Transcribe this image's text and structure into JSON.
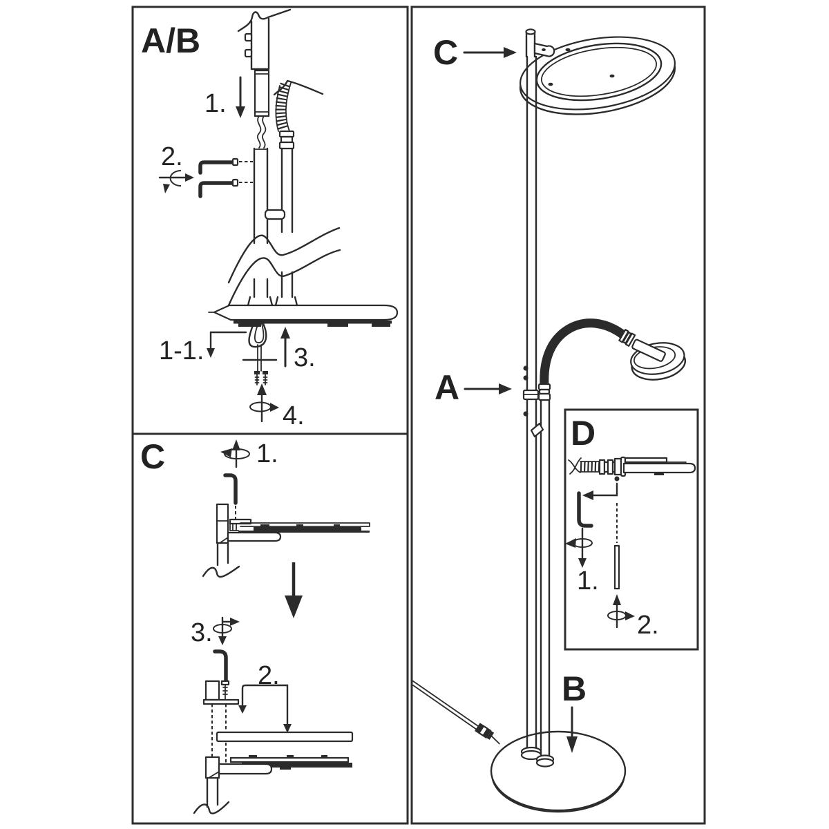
{
  "diagram": {
    "colors": {
      "line": "#2b2b2b",
      "background": "#ffffff"
    },
    "panel_ab": {
      "title": "A/B",
      "step1": "1.",
      "step2": "2.",
      "step11": "1-1.",
      "step3": "3.",
      "step4": "4."
    },
    "panel_c": {
      "title": "C",
      "step1": "1.",
      "step2": "2.",
      "step3": "3."
    },
    "panel_d": {
      "title": "D",
      "step1": "1.",
      "step2": "2."
    },
    "overview": {
      "label_c": "C",
      "label_a": "A",
      "label_b": "B"
    }
  }
}
